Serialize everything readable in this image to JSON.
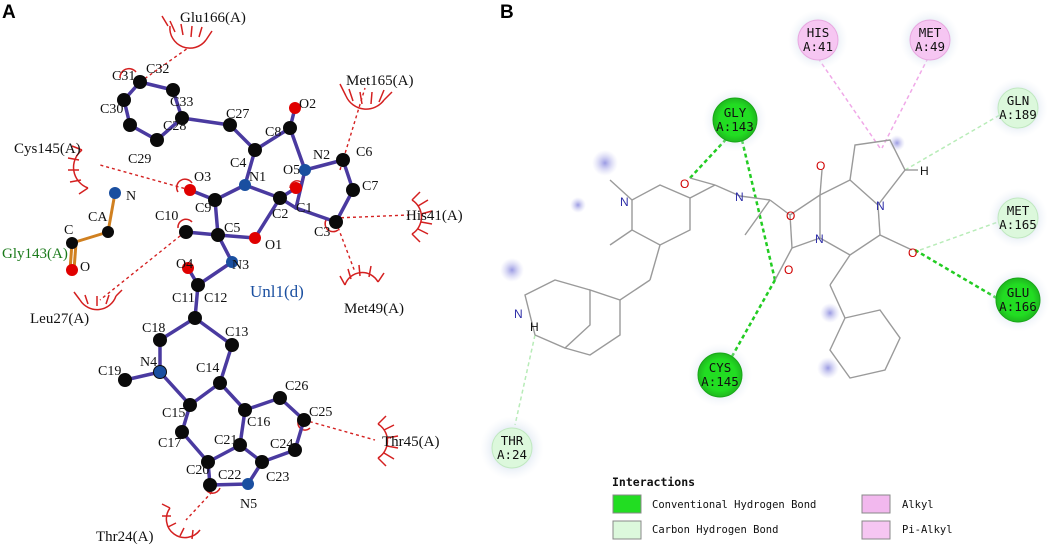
{
  "panel_a": {
    "letter": "A",
    "ligand_label": "Unl1(d)",
    "residues": {
      "glu166": "Glu166(A)",
      "met165": "Met165(A)",
      "cys145": "Cys145(A)",
      "his41": "His41(A)",
      "gly143": "Gly143(A)",
      "leu27": "Leu27(A)",
      "met49": "Met49(A)",
      "thr45": "Thr45(A)",
      "thr24": "Thr24(A)"
    },
    "atoms": {
      "c31": "C31",
      "c32": "C32",
      "c30": "C30",
      "c33": "C33",
      "c28": "C28",
      "c27": "C27",
      "c29": "C29",
      "o2": "O2",
      "c8": "C8",
      "c4": "C4",
      "n1": "N1",
      "n2": "N2",
      "c6": "C6",
      "o3": "O3",
      "o5": "O5",
      "c7": "C7",
      "c9": "C9",
      "c2": "C2",
      "c1": "C1",
      "c10": "C10",
      "c5": "C5",
      "c3": "C3",
      "o1": "O1",
      "ca": "CA",
      "n": "N",
      "c": "C",
      "o": "O",
      "o4": "O4",
      "n3": "N3",
      "c11": "C11",
      "c12": "C12",
      "c18": "C18",
      "c13": "C13",
      "n4": "N4",
      "c19": "C19",
      "c14": "C14",
      "c26": "C26",
      "c15": "C15",
      "c16": "C16",
      "c25": "C25",
      "c17": "C17",
      "c21": "C21",
      "c24": "C24",
      "c20": "C20",
      "c22": "C22",
      "c23": "C23",
      "n5": "N5"
    }
  },
  "panel_b": {
    "letter": "B",
    "bubbles": {
      "his41": [
        "HIS",
        "A:41"
      ],
      "met49": [
        "MET",
        "A:49"
      ],
      "gly143": [
        "GLY",
        "A:143"
      ],
      "gln189": [
        "GLN",
        "A:189"
      ],
      "met165": [
        "MET",
        "A:165"
      ],
      "glu166": [
        "GLU",
        "A:166"
      ],
      "cys145": [
        "CYS",
        "A:145"
      ],
      "thr24": [
        "THR",
        "A:24"
      ]
    },
    "atom_labels": {
      "n": "N",
      "o": "O",
      "h": "H"
    },
    "legend": {
      "title": "Interactions",
      "items": [
        {
          "label": "Conventional Hydrogen Bond",
          "color": "#22dd22"
        },
        {
          "label": "Carbon Hydrogen Bond",
          "color": "#dcf8dc"
        },
        {
          "label": "Alkyl",
          "color": "#f2b8ee"
        },
        {
          "label": "Pi-Alkyl",
          "color": "#f6c6f2"
        }
      ]
    }
  },
  "colors": {
    "bond_ligand": "#4a3aa0",
    "carbon": "#0a0a0a",
    "oxygen": "#e00000",
    "nitrogen": "#1a4fa0",
    "hydrophobic": "#d42020",
    "hbond_water": "#d08020",
    "conventional_hbond": "#22dd22",
    "carbon_hbond": "#a8e8a8",
    "alkyl": "#e8a0e0"
  }
}
